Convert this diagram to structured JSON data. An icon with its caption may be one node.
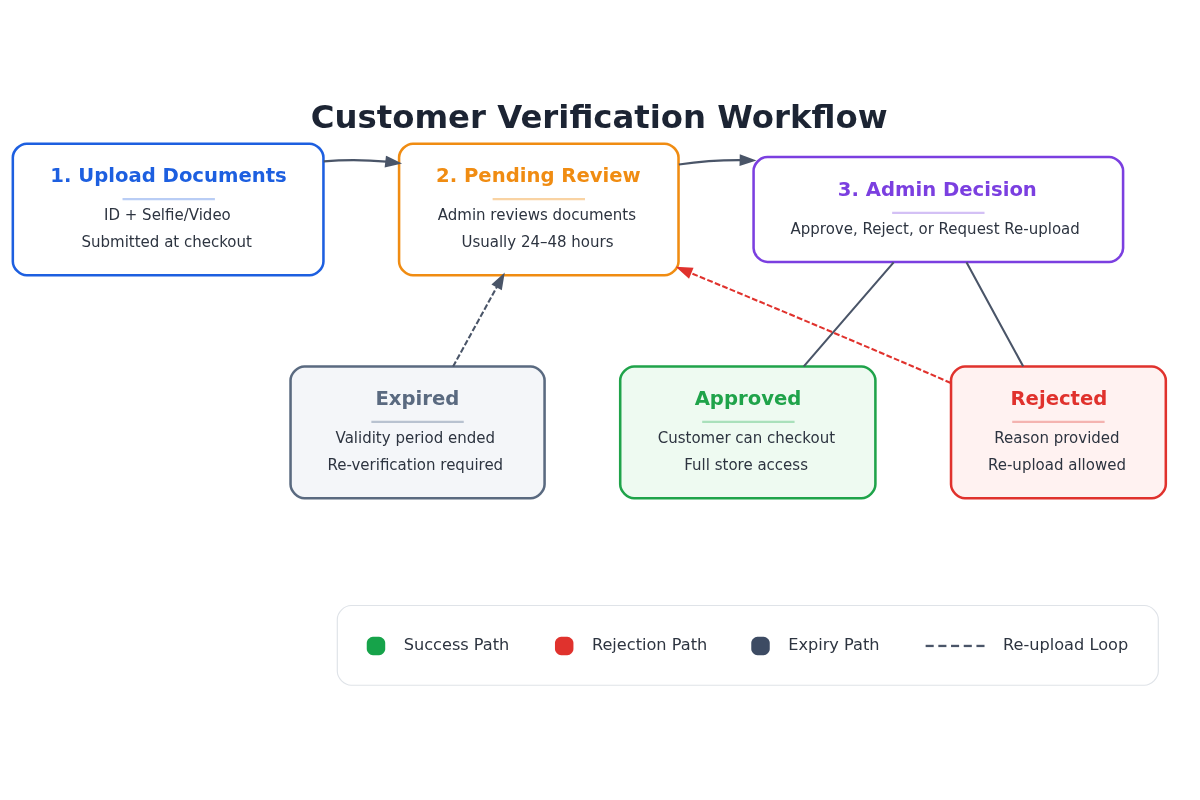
{
  "diagram": {
    "title": "Customer Verification Workflow",
    "nodes": [
      {
        "text": [
          "1. Upload Documents",
          "ID + Selfie/Video",
          "Submitted at checkout"
        ]
      },
      {
        "text": [
          "2. Pending Review",
          "Admin reviews documents",
          "Usually 24–48 hours"
        ]
      },
      {
        "text": [
          "3. Admin Decision",
          "Approve, Reject, or Request Re-upload"
        ]
      },
      {
        "text": [
          "Expired",
          "Validity period ended",
          "Re-verification required"
        ]
      },
      {
        "text": [
          "Approved",
          "Customer can checkout",
          "Full store access"
        ]
      },
      {
        "text": [
          "Rejected",
          "Reason provided",
          "Re-upload allowed"
        ]
      }
    ],
    "edges": [
      {
        "from": 0,
        "to": 1,
        "arrow": "to"
      },
      {
        "from": 1,
        "to": 2,
        "arrow": "to"
      },
      {
        "from": 2,
        "to": 4,
        "arrow": "none"
      },
      {
        "from": 2,
        "to": 5,
        "arrow": "none"
      },
      {
        "from": 3,
        "to": 1,
        "arrow": "to",
        "style": "dashed"
      },
      {
        "from": 5,
        "to": 1,
        "arrow": "to",
        "style": "dashed",
        "color": "#e0322d"
      }
    ],
    "legend": [
      {
        "text": "Success Path",
        "color": "#16a34a"
      },
      {
        "text": "Rejection Path",
        "color": "#e0322d"
      },
      {
        "text": "Expiry Path",
        "color": "#3d4b63"
      },
      {
        "text": "Re-upload Loop"
      }
    ]
  }
}
